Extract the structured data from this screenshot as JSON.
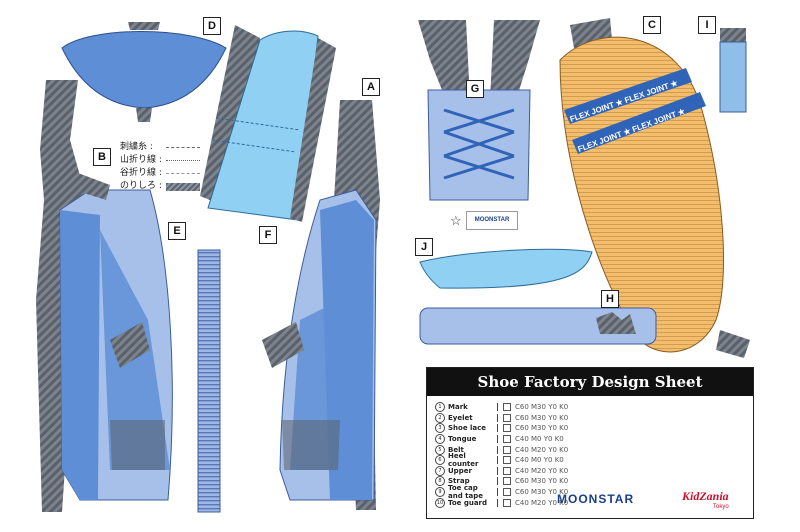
{
  "labels": {
    "A": "A",
    "B": "B",
    "C": "C",
    "D": "D",
    "E": "E",
    "F": "F",
    "G": "G",
    "H": "H",
    "I": "I",
    "J": "J"
  },
  "legend": {
    "stitch": "刺繍糸 :",
    "mountain_fold": "山折り線 :",
    "valley_fold": "谷折り線 :",
    "glue_tab": "のりしろ :"
  },
  "sole_band_text": "FLEX JOINT ★ FLEX JOINT ★",
  "colors": {
    "light_blue": "#8fbfe9",
    "mid_blue": "#5e8fd6",
    "pale_blue": "#a7c0ea",
    "grey": "#5a616b",
    "sole": "#f3bd6e",
    "dark_blue": "#2f64b8"
  },
  "card": {
    "title": "Shoe Factory Design Sheet",
    "parts": [
      {
        "num": "1",
        "name": "Mark",
        "color": "C60 M30 Y0 K0"
      },
      {
        "num": "2",
        "name": "Eyelet",
        "color": "C60 M30 Y0 K0"
      },
      {
        "num": "3",
        "name": "Shoe lace",
        "color": "C60 M30 Y0 K0"
      },
      {
        "num": "4",
        "name": "Tongue",
        "color": "C40 M0 Y0 K0"
      },
      {
        "num": "5",
        "name": "Belt",
        "color": "C40 M20 Y0 K0"
      },
      {
        "num": "6",
        "name": "Heel counter",
        "color": "C40 M0 Y0 K0"
      },
      {
        "num": "7",
        "name": "Upper",
        "color": "C40 M20 Y0 K0"
      },
      {
        "num": "8",
        "name": "Strap",
        "color": "C60 M30 Y0 K0"
      },
      {
        "num": "9",
        "name": "Toe cap and tape",
        "color": "C60 M30 Y0 K0"
      },
      {
        "num": "10",
        "name": "Toe guard",
        "color": "C40 M20 Y0 K0"
      }
    ],
    "brand": "MOONSTAR",
    "partner": "KidZania",
    "partner_city": "Tokyo"
  },
  "small_logo": "MOONSTAR"
}
